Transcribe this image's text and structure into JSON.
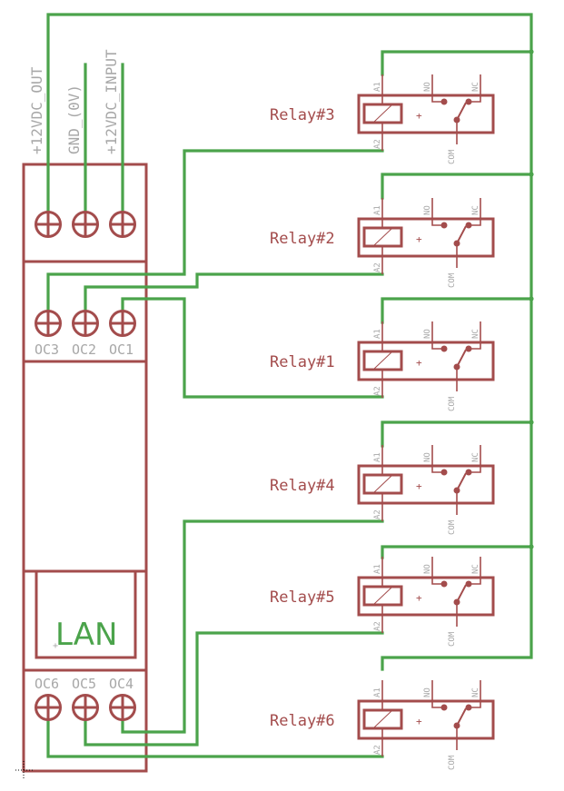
{
  "diagram": {
    "type": "electrical-schematic",
    "colors": {
      "component": "#a34c4c",
      "wire": "#4ba34b",
      "pin_label": "#a8a8a8",
      "background": "#ffffff"
    },
    "module": {
      "power_labels": [
        "+12VDC_OUT",
        "GND_(0V)",
        "+12VDC_INPUT"
      ],
      "oc_labels_top": [
        "OC3",
        "OC2",
        "OC1"
      ],
      "oc_labels_bottom": [
        "OC6",
        "OC5",
        "OC4"
      ],
      "lan_label": "LAN"
    },
    "relay_pins": {
      "a1": "A1",
      "a2": "A2",
      "no": "NO",
      "nc": "NC",
      "com": "COM",
      "plus": "+"
    },
    "relays": [
      {
        "label": "Relay#3",
        "driver": "OC3"
      },
      {
        "label": "Relay#2",
        "driver": "OC2"
      },
      {
        "label": "Relay#1",
        "driver": "OC1"
      },
      {
        "label": "Relay#4",
        "driver": "OC4"
      },
      {
        "label": "Relay#5",
        "driver": "OC5"
      },
      {
        "label": "Relay#6",
        "driver": "OC6"
      }
    ]
  }
}
